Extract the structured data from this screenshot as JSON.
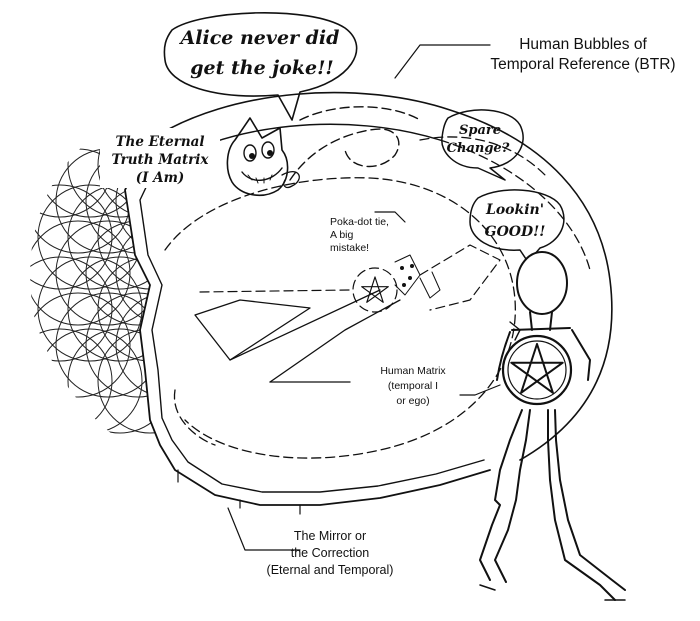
{
  "labels": {
    "btr_line1": "Human Bubbles of",
    "btr_line2": "Temporal Reference (BTR)",
    "truth_line1": "The Eternal",
    "truth_line2": "Truth Matrix",
    "truth_line3": "(I Am)",
    "polka_line1": "Poka-dot tie,",
    "polka_line2": "A big",
    "polka_line3": "mistake!",
    "human_line1": "Human Matrix",
    "human_line2": "(temporal I",
    "human_line3": "or ego)",
    "mirror_line1": "The Mirror or",
    "mirror_line2": "the Correction",
    "mirror_line3": "(Eternal and Temporal)"
  },
  "bubbles": {
    "alice_line1": "Alice never did",
    "alice_line2": "get the joke!!",
    "spare_line1": "Spare",
    "spare_line2": "Change?",
    "lookin_line1": "Lookin'",
    "lookin_line2": "GOOD!!"
  },
  "icons": [
    "cheshire-cat-icon",
    "stick-figure-icon",
    "pentagram-icon",
    "flower-of-life-pattern"
  ]
}
